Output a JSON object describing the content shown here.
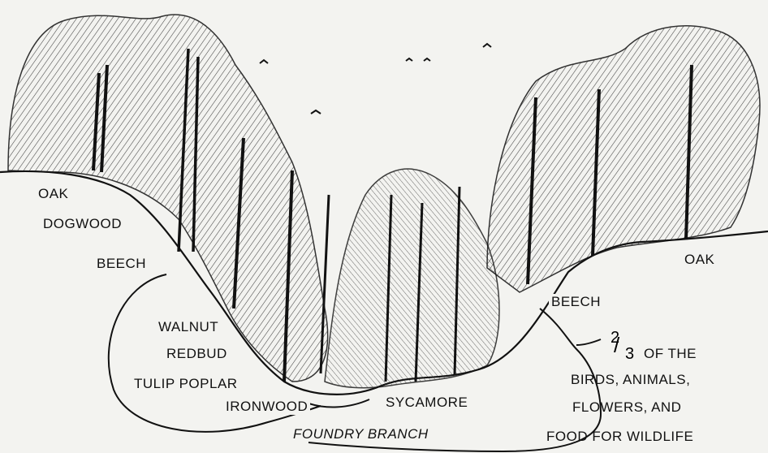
{
  "labels": {
    "oak_left": "OAK",
    "dogwood": "DOGWOOD",
    "beech_left": "BEECH",
    "walnut": "WALNUT",
    "redbud": "REDBUD",
    "tulip_poplar": "TULIP POPLAR",
    "ironwood": "IRONWOOD",
    "sycamore": "SYCAMORE",
    "stream": "FOUNDRY BRANCH",
    "oak_right": "OAK",
    "beech_right": "BEECH"
  },
  "note": {
    "fraction_numerator": "2",
    "fraction_denominator": "3",
    "line1": "OF THE",
    "line2": "BIRDS, ANIMALS,",
    "line3": "FLOWERS,  AND",
    "line4": "FOOD FOR WILDLIFE"
  },
  "colors": {
    "ink": "#111111",
    "paper": "#f3f3f0"
  }
}
